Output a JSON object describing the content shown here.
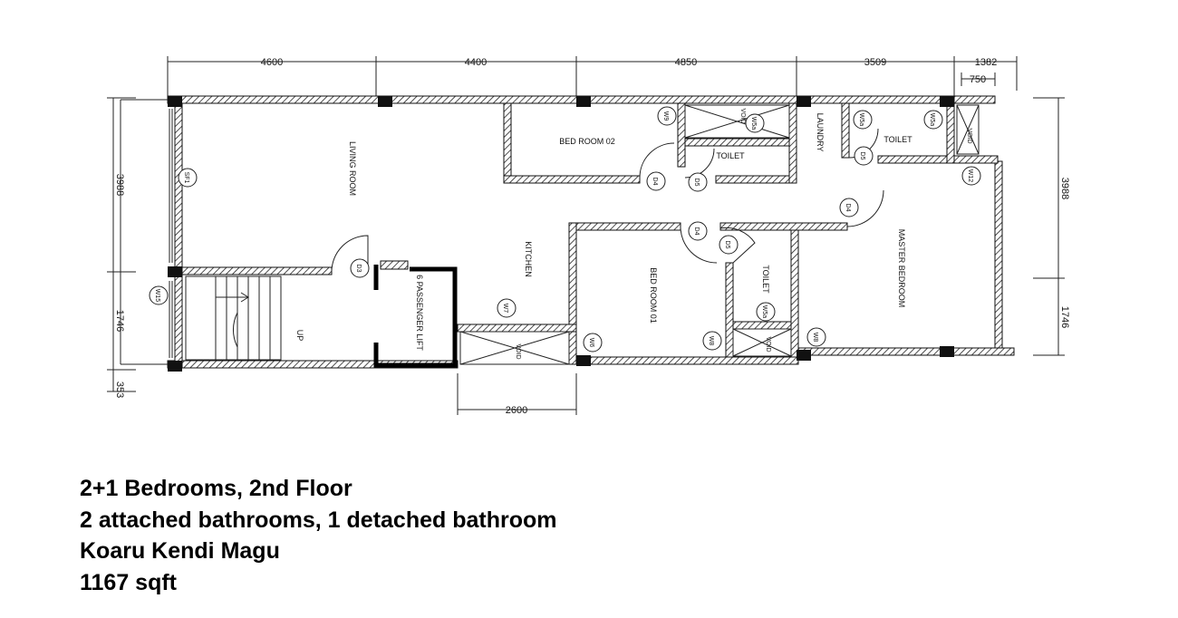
{
  "plan": {
    "dims_top": [
      "4600",
      "4400",
      "4850",
      "3509",
      "1382"
    ],
    "dim_750": "750",
    "dims_left": [
      "3988",
      "1746",
      "353"
    ],
    "dims_right": [
      "3988",
      "1746"
    ],
    "dim_bottom": "2600",
    "rooms": {
      "living": "LIVING ROOM",
      "bed02": "BED ROOM 02",
      "toilet_top": "TOILET",
      "laundry": "LAUNDRY",
      "toilet_right": "TOILET",
      "kitchen": "KITCHEN",
      "lift": "6 PASSENGER LIFT",
      "bed01": "BED ROOM 01",
      "toilet_mid": "TOILET",
      "master": "MASTER BEDROOM",
      "void1": "VOID",
      "void2": "VOID",
      "void3": "VOID",
      "void4": "VOID",
      "up": "UP"
    },
    "tags": {
      "sf1": "SF1",
      "w15": "W15",
      "d3": "D3",
      "w7": "W7",
      "w6a": "W6",
      "w9": "W9",
      "w5a": "W5a",
      "d4a": "D4",
      "d5a": "D5",
      "d4b": "D4",
      "d5b": "D5",
      "w5b": "W5a",
      "w5c": "W5a",
      "d5c": "D5",
      "d4c": "D4",
      "w12": "W12",
      "w8a": "W8",
      "w5d": "W5a",
      "w8b": "W8"
    }
  },
  "caption": {
    "line1": "2+1 Bedrooms, 2nd Floor",
    "line2": "2 attached bathrooms, 1 detached bathroom",
    "line3": "Koaru Kendi Magu",
    "line4": "1167 sqft"
  }
}
